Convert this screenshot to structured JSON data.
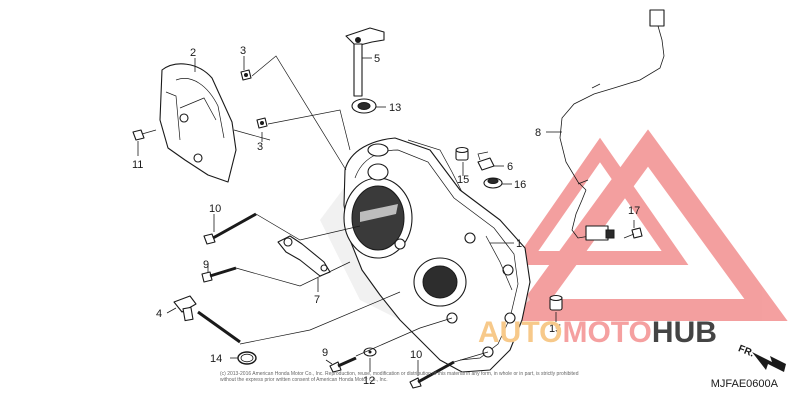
{
  "diagram": {
    "code": "MJFAE0600A",
    "direction_label": "FR.",
    "callouts": {
      "c1": "1",
      "c2": "2",
      "c3a": "3",
      "c3b": "3",
      "c4": "4",
      "c5": "5",
      "c6": "6",
      "c7": "7",
      "c8": "8",
      "c9a": "9",
      "c9b": "9",
      "c10a": "10",
      "c10b": "10",
      "c11": "11",
      "c12": "12",
      "c13": "13",
      "c14": "14",
      "c15a": "15",
      "c15b": "15",
      "c16": "16",
      "c17": "17"
    },
    "copyright_lines": [
      "(c) 2013-2016 American Honda Motor Co., Inc. Reproduction, reuse, modification or distribution of this material in any form, in whole or in part, is strictly prohibited",
      "without the express prior written consent of American Honda Motor Co., Inc."
    ]
  },
  "watermark": {
    "part1": "AUTO",
    "part2": "MOTO",
    "part3": "HUB",
    "colors": {
      "auto": "#f7c98a",
      "moto": "#f5a0a0",
      "hub": "#444444",
      "triangle": "#f08080"
    }
  }
}
